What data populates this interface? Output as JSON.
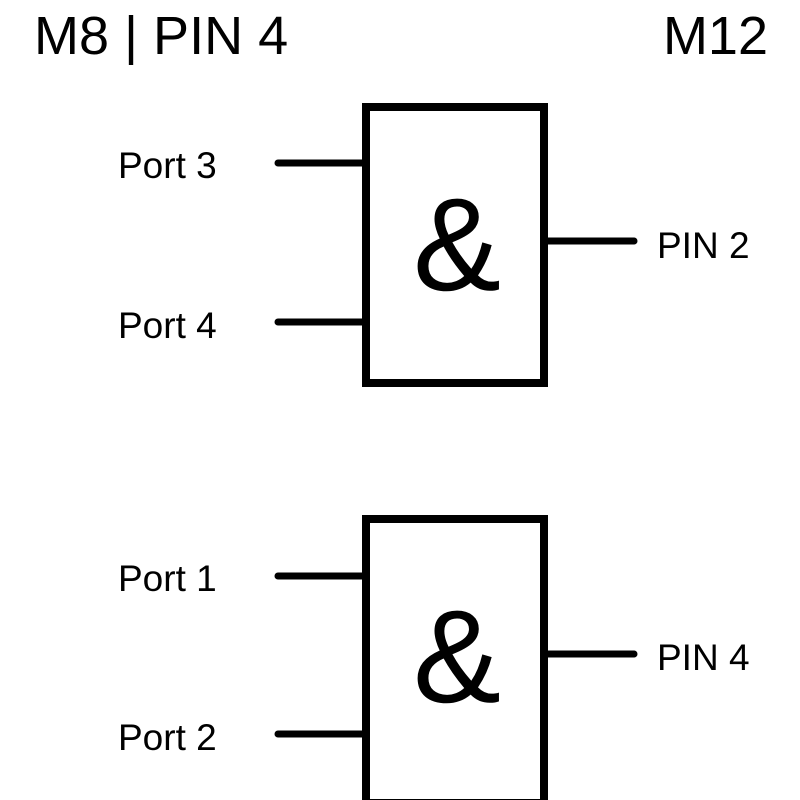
{
  "header": {
    "left": "M8 | PIN 4",
    "right": "M12"
  },
  "gates": [
    {
      "symbol": "&",
      "inputs": [
        "Port 3",
        "Port 4"
      ],
      "output": "PIN 2"
    },
    {
      "symbol": "&",
      "inputs": [
        "Port 1",
        "Port 2"
      ],
      "output": "PIN 4"
    }
  ],
  "colors": {
    "line": "#000000",
    "background": "#ffffff"
  }
}
